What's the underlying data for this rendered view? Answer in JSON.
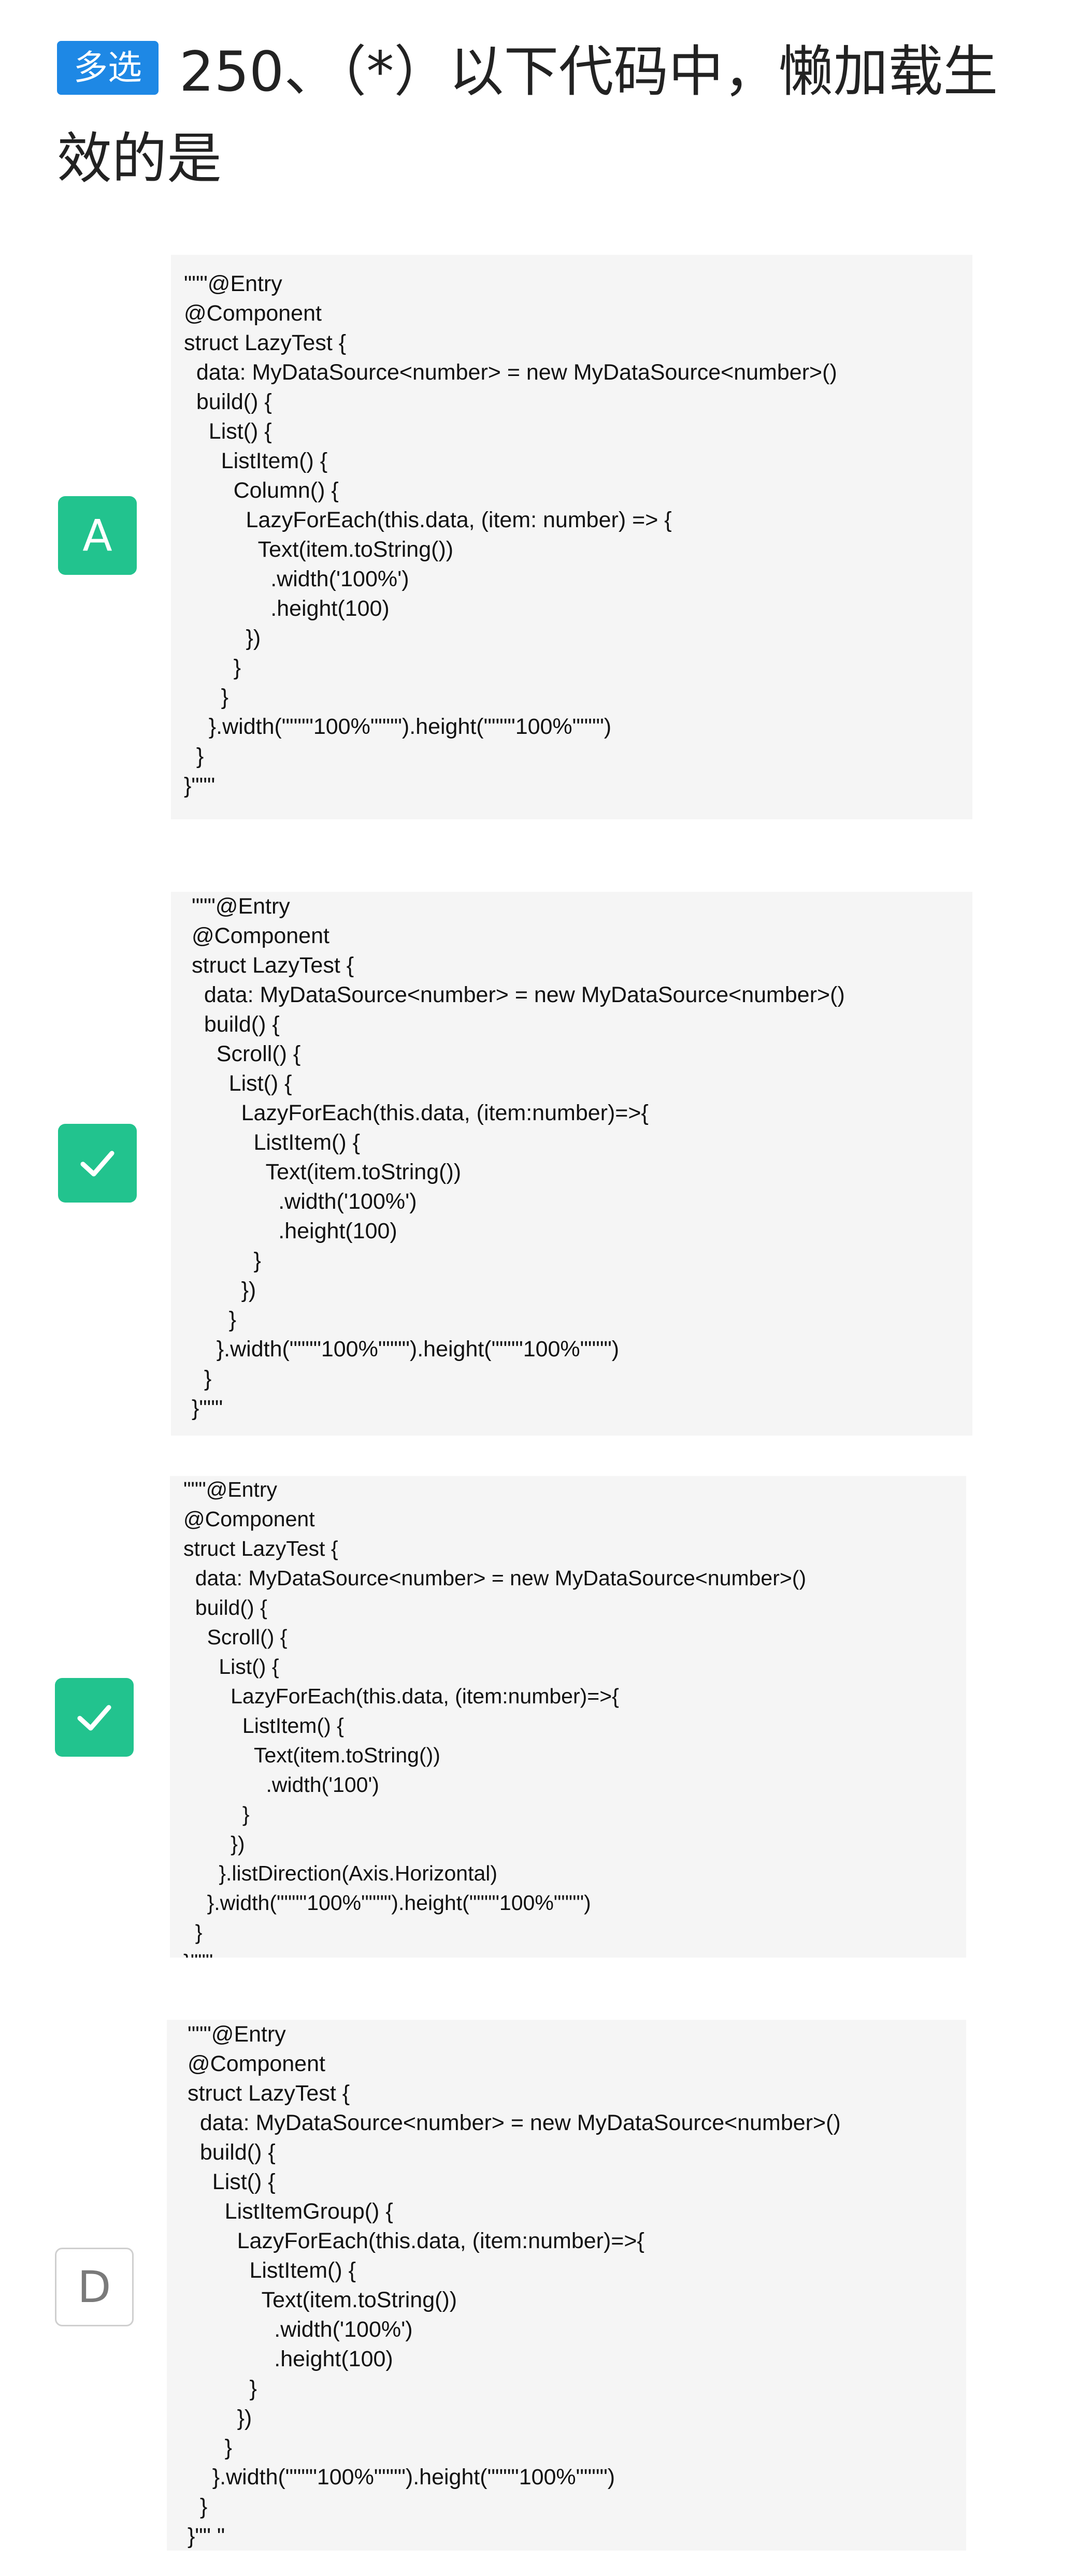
{
  "question": {
    "tag": "多选",
    "text": "250、（*）以下代码中，懒加载生效的是"
  },
  "options": [
    {
      "marker": "A",
      "state": "letter",
      "lines": [
        "\"\"\"@Entry",
        "@Component",
        "struct LazyTest {",
        "  data: MyDataSource<number> = new MyDataSource<number>()",
        "  build() {",
        "    List() {",
        "      ListItem() {",
        "        Column() {",
        "          LazyForEach(this.data, (item: number) => {",
        "            Text(item.toString())",
        "              .width('100%')",
        "              .height(100)",
        "          })",
        "        }",
        "      }",
        "    }.width(\"\"\"\"100%\"\"\"\").height(\"\"\"\"100%\"\"\"\")",
        "  }",
        "}\"\"\""
      ]
    },
    {
      "marker": "check-icon",
      "state": "checked",
      "lines": [
        "\"\"\"@Entry",
        "@Component",
        "struct LazyTest {",
        "  data: MyDataSource<number> = new MyDataSource<number>()",
        "  build() {",
        "    Scroll() {",
        "      List() {",
        "        LazyForEach(this.data, (item:number)=>{",
        "          ListItem() {",
        "            Text(item.toString())",
        "              .width('100%')",
        "              .height(100)",
        "          }",
        "        })",
        "      }",
        "    }.width(\"\"\"\"100%\"\"\"\").height(\"\"\"\"100%\"\"\"\")",
        "  }",
        "}\"\"\""
      ]
    },
    {
      "marker": "check-icon",
      "state": "checked",
      "lines": [
        "\"\"\"@Entry",
        "@Component",
        "struct LazyTest {",
        "  data: MyDataSource<number> = new MyDataSource<number>()",
        "  build() {",
        "    Scroll() {",
        "      List() {",
        "        LazyForEach(this.data, (item:number)=>{",
        "          ListItem() {",
        "            Text(item.toString())",
        "              .width('100')",
        "          }",
        "        })",
        "      }.listDirection(Axis.Horizontal)",
        "    }.width(\"\"\"\"100%\"\"\"\").height(\"\"\"\"100%\"\"\"\")",
        "  }",
        "}\"\"\""
      ]
    },
    {
      "marker": "D",
      "state": "plain",
      "lines": [
        "\"\"\"@Entry",
        "@Component",
        "struct LazyTest {",
        "  data: MyDataSource<number> = new MyDataSource<number>()",
        "  build() {",
        "    List() {",
        "      ListItemGroup() {",
        "        LazyForEach(this.data, (item:number)=>{",
        "          ListItem() {",
        "            Text(item.toString())",
        "              .width('100%')",
        "              .height(100)",
        "          }",
        "        })",
        "      }",
        "    }.width(\"\"\"\"100%\"\"\"\").height(\"\"\"\"100%\"\"\"\")",
        "  }",
        "}\"\" \""
      ]
    }
  ]
}
